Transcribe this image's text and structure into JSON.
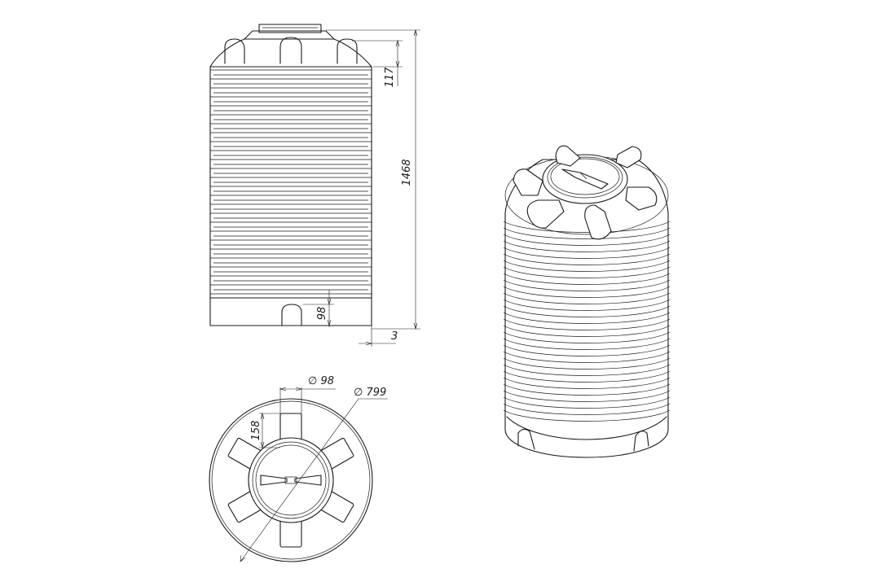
{
  "drawing": {
    "dimensions": {
      "total_height": "1468",
      "top_section": "117",
      "base_recess": "98",
      "clearance": "3",
      "hole_diameter": "∅ 98",
      "tank_diameter": "∅ 799",
      "rib_length": "158"
    }
  }
}
